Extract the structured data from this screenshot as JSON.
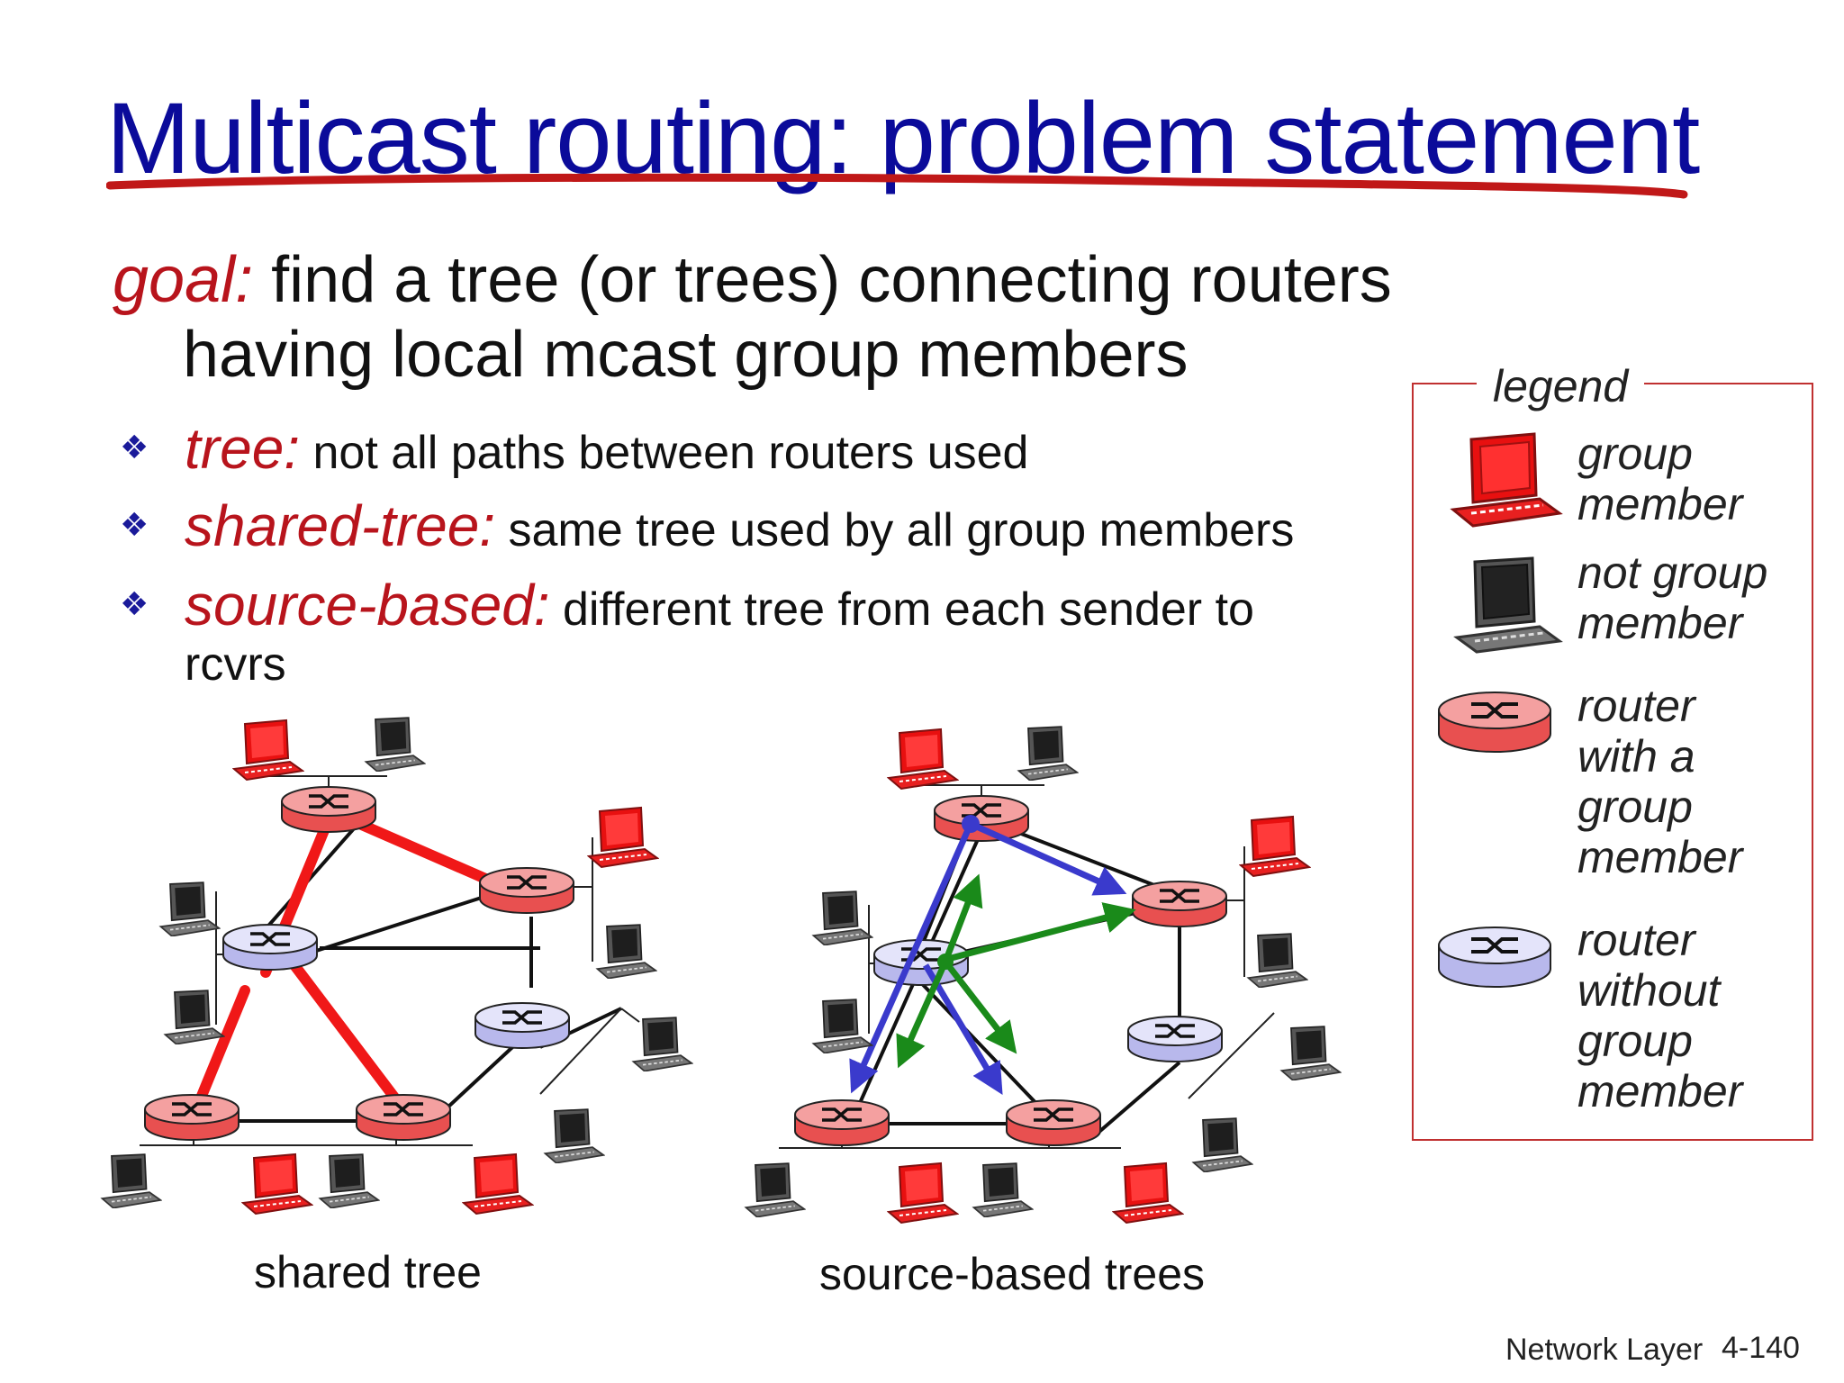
{
  "slide": {
    "title": "Multicast routing: problem statement",
    "goal_label": "goal:",
    "goal_text_line1": "find a tree (or trees) connecting routers",
    "goal_text_line2": "having local mcast group members",
    "bullets": [
      {
        "term": "tree:",
        "text": "not all paths between routers used"
      },
      {
        "term": "shared-tree:",
        "text": "same tree used by all group members"
      },
      {
        "term": "source-based:",
        "text": "different tree from each sender to"
      }
    ],
    "bullet3_continuation": "rcvrs"
  },
  "legend": {
    "title": "legend",
    "items": [
      {
        "icon": "group-member-computer-icon",
        "lines": [
          "group",
          "member"
        ]
      },
      {
        "icon": "non-member-computer-icon",
        "lines": [
          "not group",
          "member"
        ]
      },
      {
        "icon": "router-with-member-icon",
        "lines": [
          "router",
          "with a",
          "group",
          "member"
        ]
      },
      {
        "icon": "router-without-member-icon",
        "lines": [
          "router",
          "without",
          "group",
          "member"
        ]
      }
    ]
  },
  "diagrams": {
    "shared_caption": "shared tree",
    "source_caption": "source-based trees"
  },
  "colors": {
    "title_blue": "#0b0b9a",
    "term_red": "#b8141c",
    "tree_red": "#f01818",
    "arrow_blue": "#3a3acc",
    "arrow_green": "#1a8a1a",
    "router_member": "#f47070",
    "router_nonmember": "#c8c8f0"
  },
  "footer": {
    "label": "Network Layer",
    "page": "4-140"
  }
}
